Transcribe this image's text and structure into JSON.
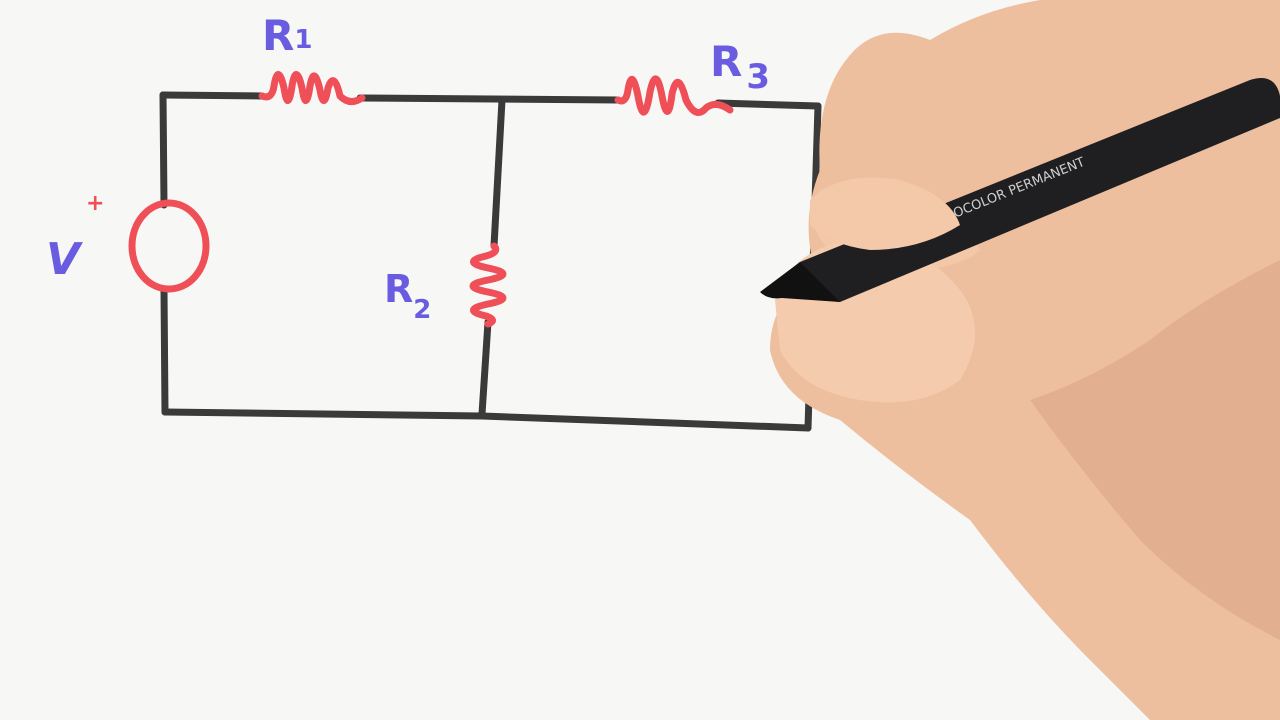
{
  "labels": {
    "r1_main": "R",
    "r1_sub": "1",
    "r2_main": "R",
    "r2_sub": "2",
    "r3_main": "R",
    "r3_sub": "3",
    "v_main": "V",
    "v_polarity": "+"
  },
  "colors": {
    "wire": "#3a3a3a",
    "component": "#ef4f57",
    "label": "#6a5ce0",
    "board": "#f7f7f5",
    "skin": "#f0c4a4",
    "pen": "#1f1f22"
  },
  "scene": {
    "pen_print": "LUMOCOLOR PERMANENT"
  }
}
